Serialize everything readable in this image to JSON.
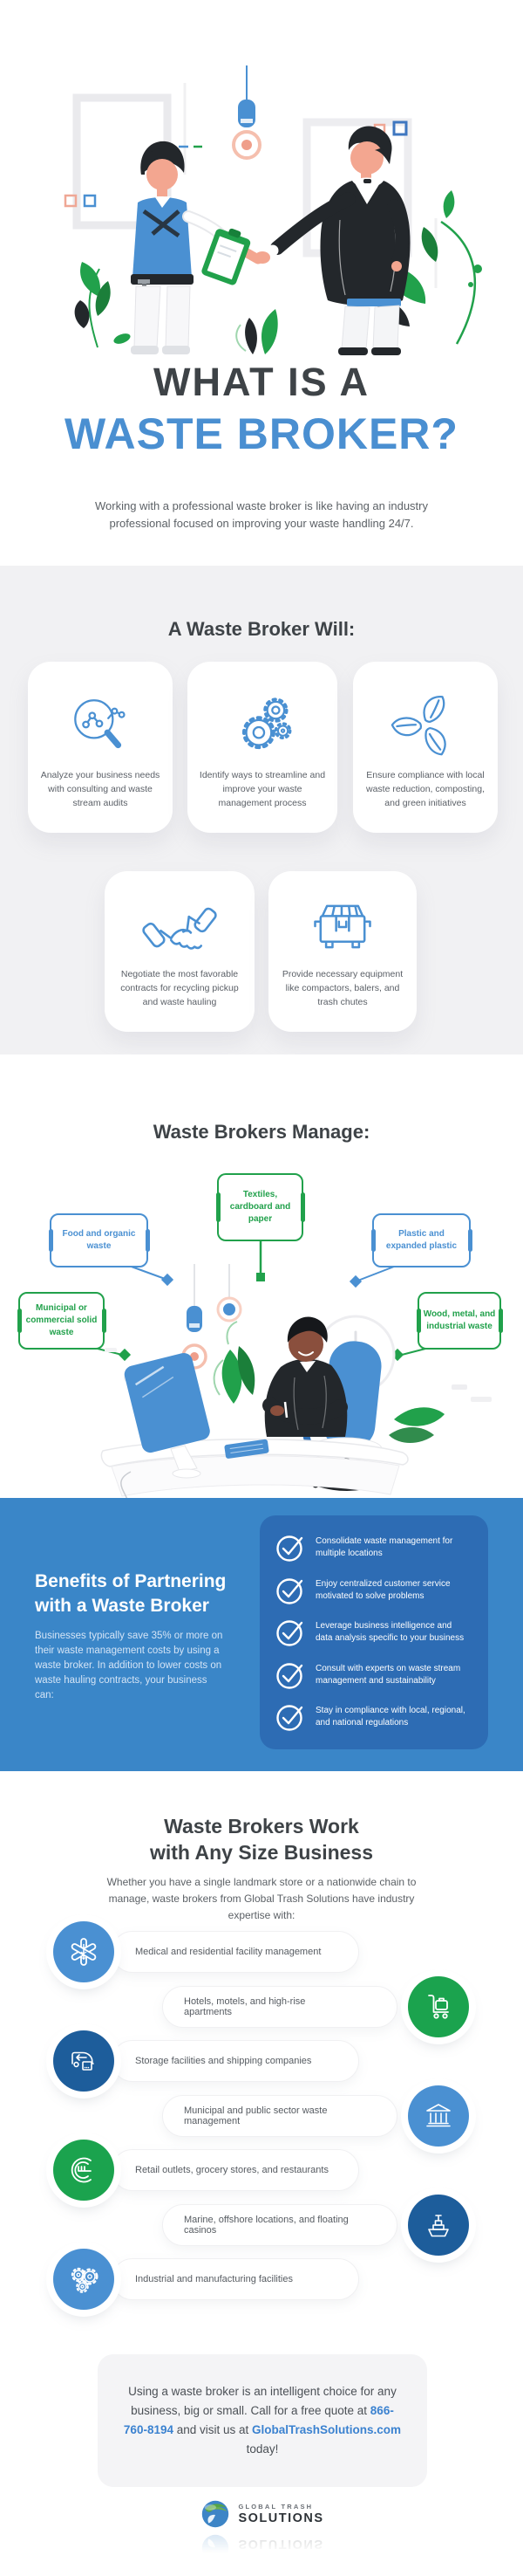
{
  "title": {
    "line1": "WHAT IS A",
    "line2": "WASTE BROKER?",
    "subtitle": "Working with a professional waste broker is like having an industry professional focused on improving your waste handling 24/7."
  },
  "broker_will": {
    "heading": "A Waste Broker Will:",
    "cards": [
      {
        "icon": "magnifier-analytics-icon",
        "text": "Analyze your business needs with consulting and waste stream audits"
      },
      {
        "icon": "gears-icon",
        "text": "Identify ways to streamline and improve your waste management process"
      },
      {
        "icon": "recycle-leaves-icon",
        "text": "Ensure compliance with local waste reduction, composting, and green initiatives"
      },
      {
        "icon": "handshake-icon",
        "text": "Negotiate the most favorable contracts for recycling pickup and waste hauling"
      },
      {
        "icon": "dumpster-icon",
        "text": "Provide necessary equipment like compactors, balers, and trash chutes"
      }
    ]
  },
  "manage": {
    "heading": "Waste Brokers Manage:",
    "callouts": [
      {
        "label": "Food and organic waste",
        "color": "blue"
      },
      {
        "label": "Textiles, cardboard and paper",
        "color": "green"
      },
      {
        "label": "Plastic and expanded plastic",
        "color": "blue"
      },
      {
        "label": "Municipal or commercial solid waste",
        "color": "green"
      },
      {
        "label": "Wood, metal, and industrial waste",
        "color": "green"
      }
    ]
  },
  "benefits": {
    "heading": "Benefits of Partnering with a Waste Broker",
    "body": "Businesses typically save 35% or more on their waste management costs by using a waste broker. In addition to lower costs on waste hauling contracts, your business can:",
    "items": [
      "Consolidate waste management for multiple locations",
      "Enjoy centralized customer service motivated to solve problems",
      "Leverage business intelligence and data analysis specific to your business",
      "Consult with experts on waste stream management and sustainability",
      "Stay in compliance with local, regional, and national regulations"
    ]
  },
  "any_size": {
    "heading_line1": "Waste Brokers Work",
    "heading_line2": "with Any Size Business",
    "subtitle": "Whether you have a single landmark store or a nationwide chain to manage, waste brokers from Global Trash Solutions have industry expertise with:",
    "items": [
      {
        "label": "Medical and residential facility management",
        "icon": "medical-icon",
        "side": "left",
        "color": "light-blue"
      },
      {
        "label": "Hotels, motels, and high-rise apartments",
        "icon": "luggage-cart-icon",
        "side": "right",
        "color": "green"
      },
      {
        "label": "Storage facilities and shipping companies",
        "icon": "shipping-truck-icon",
        "side": "left",
        "color": "dark-blue"
      },
      {
        "label": "Municipal and public sector waste management",
        "icon": "bank-building-icon",
        "side": "right",
        "color": "light-blue"
      },
      {
        "label": "Retail outlets, grocery stores, and restaurants",
        "icon": "restaurant-icon",
        "side": "left",
        "color": "green"
      },
      {
        "label": "Marine, offshore locations, and floating casinos",
        "icon": "ship-icon",
        "side": "right",
        "color": "dark-blue"
      },
      {
        "label": "Industrial and manufacturing facilities",
        "icon": "gears-icon",
        "side": "left",
        "color": "light-blue"
      }
    ]
  },
  "cta": {
    "before_phone": "Using a waste broker is an intelligent choice for any business, big or small. Call for a free quote at ",
    "phone": "866-760-8194",
    "between": " and visit us at ",
    "website": "GlobalTrashSolutions.com",
    "after": " today!"
  },
  "logo": {
    "top": "GLOBAL TRASH",
    "bottom": "SOLUTIONS",
    "icon": "globe-icon"
  },
  "colors": {
    "accent_blue": "#4a90d2",
    "dark_blue": "#1d5d9b",
    "green": "#21a14b",
    "benefits_bg": "#3a86c8",
    "benefits_card": "#2d6cb4",
    "heading_dark": "#3e4347",
    "body_gray": "#5a5f66",
    "section_gray": "#f1f1f3"
  }
}
